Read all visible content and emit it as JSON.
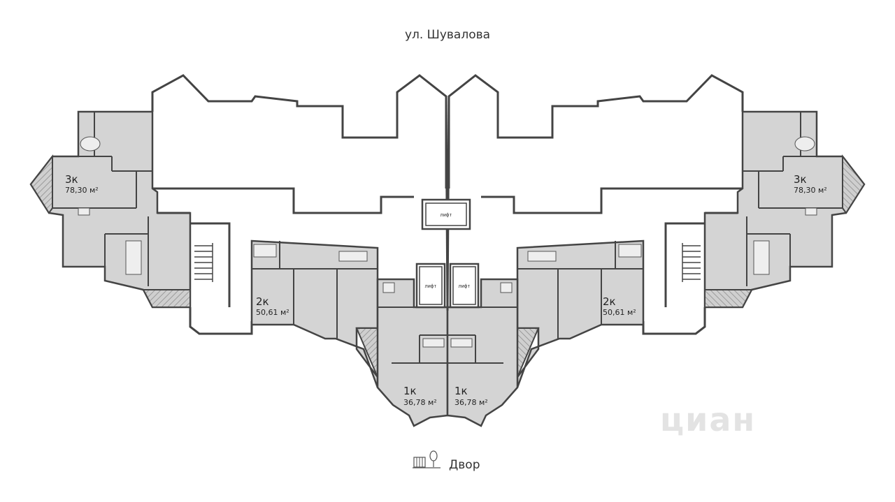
{
  "street": "ул. Шувалова",
  "yard": "Двор",
  "elevator_label": "лифт",
  "watermark": "циан",
  "apartments": [
    {
      "rooms": "3к",
      "area": "78,30 м²"
    },
    {
      "rooms": "2к",
      "area": "50,61 м²"
    },
    {
      "rooms": "1к",
      "area": "36,78 м²"
    },
    {
      "rooms": "1к",
      "area": "36,78 м²"
    },
    {
      "rooms": "2к",
      "area": "50,61 м²"
    },
    {
      "rooms": "3к",
      "area": "78,30 м²"
    }
  ],
  "colors": {
    "apartment_fill": "#d4d4d4",
    "wall": "#444444"
  }
}
